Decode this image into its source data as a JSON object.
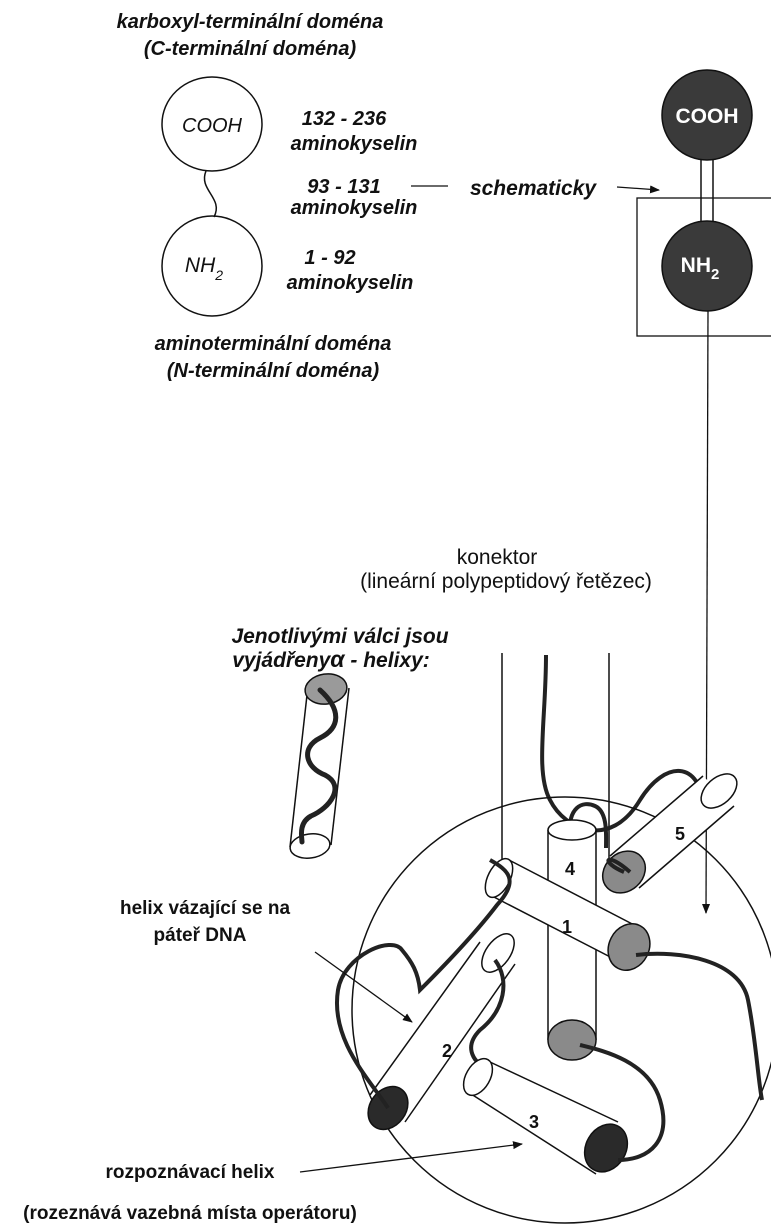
{
  "top_left": {
    "title_line1": "karboxyl-terminální doména",
    "title_line2": "(C-terminální doména)",
    "cooh_label": "COOH",
    "nh2_label_main": "NH",
    "nh2_label_sub": "2",
    "range_c_line1": "132 - 236",
    "range_c_line2": "aminokyselin",
    "range_link_line1": "93 - 131",
    "range_link_line2": "aminokyselin",
    "range_n_line1": "1 - 92",
    "range_n_line2": "aminokyselin",
    "bottom_line1": "aminoterminální doména",
    "bottom_line2": "(N-terminální doména)",
    "schematic_label": "schematicky"
  },
  "top_right": {
    "cooh_label": "COOH",
    "nh2_label_main": "NH",
    "nh2_label_sub": "2"
  },
  "middle": {
    "connector_line1": "konektor",
    "connector_line2": "(lineární polypeptidový řetězec)",
    "helix_note_line1": "Jenotlivými válci jsou",
    "helix_note_line2": "vyjádřeny",
    "helix_note_alpha": "α",
    "helix_note_line2_end": " - helixy:"
  },
  "bottom": {
    "dna_backbone_line1": "helix vázající se na",
    "dna_backbone_line2": "páteř DNA",
    "recognition_line1": "rozpoznávací helix",
    "recognition_line2": "(rozeznává vazebná místa operátoru)",
    "helix_numbers": [
      "1",
      "2",
      "3",
      "4",
      "5"
    ]
  },
  "colors": {
    "ink": "#111111",
    "dark_sphere": "#3a3a3a",
    "light_end": "#8a8a8a",
    "dark_end": "#2a2a2a"
  }
}
